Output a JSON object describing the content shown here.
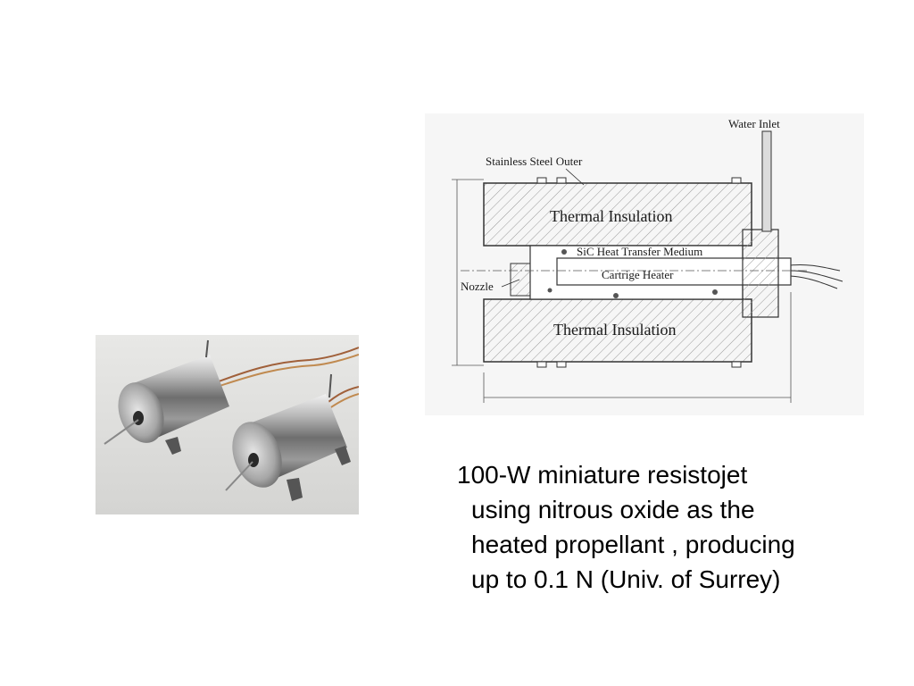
{
  "diagram": {
    "labels": {
      "water_inlet": "Water Inlet",
      "stainless_steel_outer": "Stainless Steel Outer",
      "thermal_insulation_top": "Thermal Insulation",
      "sic_medium": "SiC Heat Transfer Medium",
      "cartridge_heater": "Cartrige Heater",
      "nozzle": "Nozzle",
      "thermal_insulation_bottom": "Thermal Insulation"
    }
  },
  "caption": {
    "lines": [
      "100-W miniature resistojet",
      "using nitrous oxide as the",
      "heated propellant , producing",
      "up to 0.1 N (Univ. of Surrey)"
    ]
  }
}
